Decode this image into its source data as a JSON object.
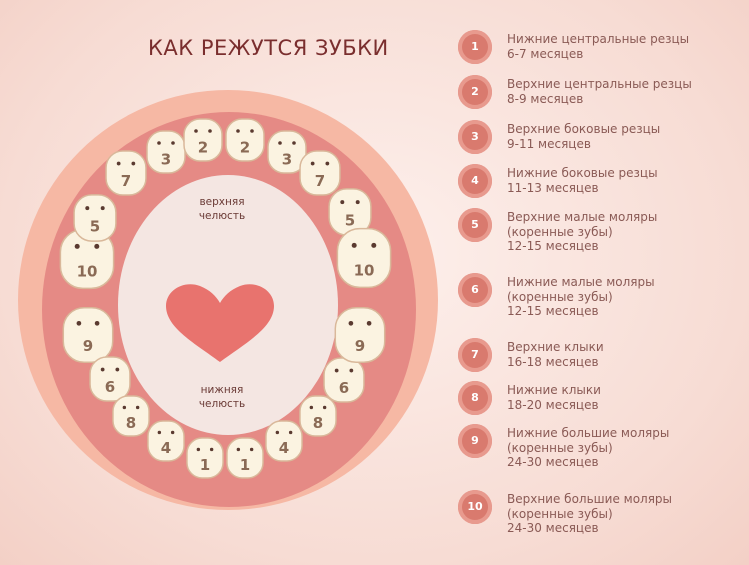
{
  "title": "КАК РЕЖУТСЯ ЗУБКИ",
  "labels": {
    "upper_jaw": [
      "верхняя",
      "челюсть"
    ],
    "lower_jaw": [
      "нижняя",
      "челюсть"
    ]
  },
  "upper_teeth": [
    "10",
    "5",
    "7",
    "3",
    "2",
    "2",
    "3",
    "7",
    "5",
    "10"
  ],
  "lower_teeth": [
    "9",
    "6",
    "8",
    "4",
    "1",
    "1",
    "4",
    "8",
    "6",
    "9"
  ],
  "legend": [
    {
      "num": "1",
      "lines": [
        "Нижние центральные резцы",
        "6-7 месяцев"
      ]
    },
    {
      "num": "2",
      "lines": [
        "Верхние центральные резцы",
        "8-9 месяцев"
      ]
    },
    {
      "num": "3",
      "lines": [
        "Верхние боковые резцы",
        "9-11 месяцев"
      ]
    },
    {
      "num": "4",
      "lines": [
        "Нижние боковые резцы",
        "11-13 месяцев"
      ]
    },
    {
      "num": "5",
      "lines": [
        "Верхние малые моляры",
        "(коренные зубы)",
        "12-15 месяцев"
      ]
    },
    {
      "num": "6",
      "lines": [
        "Нижние малые моляры",
        "(коренные зубы)",
        "12-15 месяцев"
      ]
    },
    {
      "num": "7",
      "lines": [
        "Верхние клыки",
        "16-18 месяцев"
      ]
    },
    {
      "num": "8",
      "lines": [
        "Нижние клыки",
        "18-20 месяцев"
      ]
    },
    {
      "num": "9",
      "lines": [
        "Нижние большие моляры",
        "(коренные зубы)",
        "24-30 месяцев"
      ]
    },
    {
      "num": "10",
      "lines": [
        "Верхние большие моляры",
        "(коренные зубы)",
        "24-30 месяцев"
      ]
    }
  ],
  "colors": {
    "outer": "#f6b8a4",
    "gum": "#e58a85",
    "inner": "#f4e6e2",
    "heart": "#e8736e",
    "tooth": "#fbf3e1",
    "badge": "#d97a6e"
  }
}
